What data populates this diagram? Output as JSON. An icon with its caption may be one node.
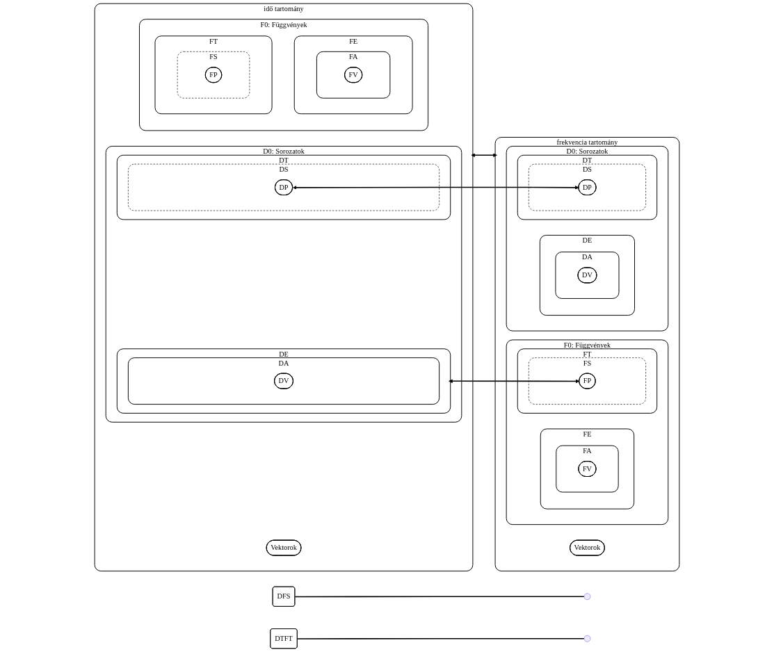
{
  "diagram": {
    "nodes": [
      {
        "text": [
          "idő tartomány"
        ]
      },
      {
        "text": [
          "Vektorok"
        ],
        "in": 0
      },
      {
        "text": [
          "D0: Sorozatok"
        ],
        "in": 0
      },
      {
        "text": [
          "DE"
        ],
        "in": 2
      },
      {
        "text": [
          "DA"
        ],
        "in": 3
      },
      {
        "text": [
          "DV"
        ],
        "in": 4
      },
      {
        "text": [
          "DT"
        ],
        "in": 2
      },
      {
        "text": [
          "DS"
        ],
        "in": 6
      },
      {
        "text": [
          "DP"
        ],
        "in": 7
      },
      {
        "text": [
          "F0: Függvények"
        ],
        "in": 0
      },
      {
        "text": [
          "FE"
        ],
        "in": 9
      },
      {
        "text": [
          "FA"
        ],
        "in": 10
      },
      {
        "text": [
          "FV"
        ],
        "in": 11
      },
      {
        "text": [
          "FT"
        ],
        "in": 9
      },
      {
        "text": [
          "FS"
        ],
        "in": 13
      },
      {
        "text": [
          "FP"
        ],
        "in": 14
      },
      {
        "text": [
          "frekvencia tartomány"
        ]
      },
      {
        "text": [
          "Vektorok"
        ],
        "in": 16
      },
      {
        "text": [
          "D0: Sorozatok"
        ],
        "in": 16
      },
      {
        "text": [
          "DE"
        ],
        "in": 18
      },
      {
        "text": [
          "DA"
        ],
        "in": 19
      },
      {
        "text": [
          "DV"
        ],
        "in": 20
      },
      {
        "text": [
          "DT"
        ],
        "in": 18
      },
      {
        "text": [
          "DS"
        ],
        "in": 22
      },
      {
        "text": [
          "DP"
        ],
        "in": 23
      },
      {
        "text": [
          "F0: Függvények"
        ],
        "in": 16
      },
      {
        "text": [
          "FE"
        ],
        "in": 25
      },
      {
        "text": [
          "FA"
        ],
        "in": 26
      },
      {
        "text": [
          "FV"
        ],
        "in": 27
      },
      {
        "text": [
          "FT"
        ],
        "in": 25
      },
      {
        "text": [
          "FS"
        ],
        "in": 29
      },
      {
        "text": [
          "FP"
        ],
        "in": 30
      },
      {
        "text": [
          "DFS"
        ]
      },
      {
        "text": [
          "DTFT"
        ]
      }
    ],
    "edges": [
      {
        "from": 0,
        "to": 16,
        "arrow": "both"
      },
      {
        "from": 8,
        "to": 24,
        "arrow": "both"
      },
      {
        "from": 3,
        "to": 31,
        "arrow": "both"
      },
      {
        "from": 32,
        "to": null,
        "arrow": "none"
      },
      {
        "from": 33,
        "to": null,
        "arrow": "none"
      }
    ]
  }
}
